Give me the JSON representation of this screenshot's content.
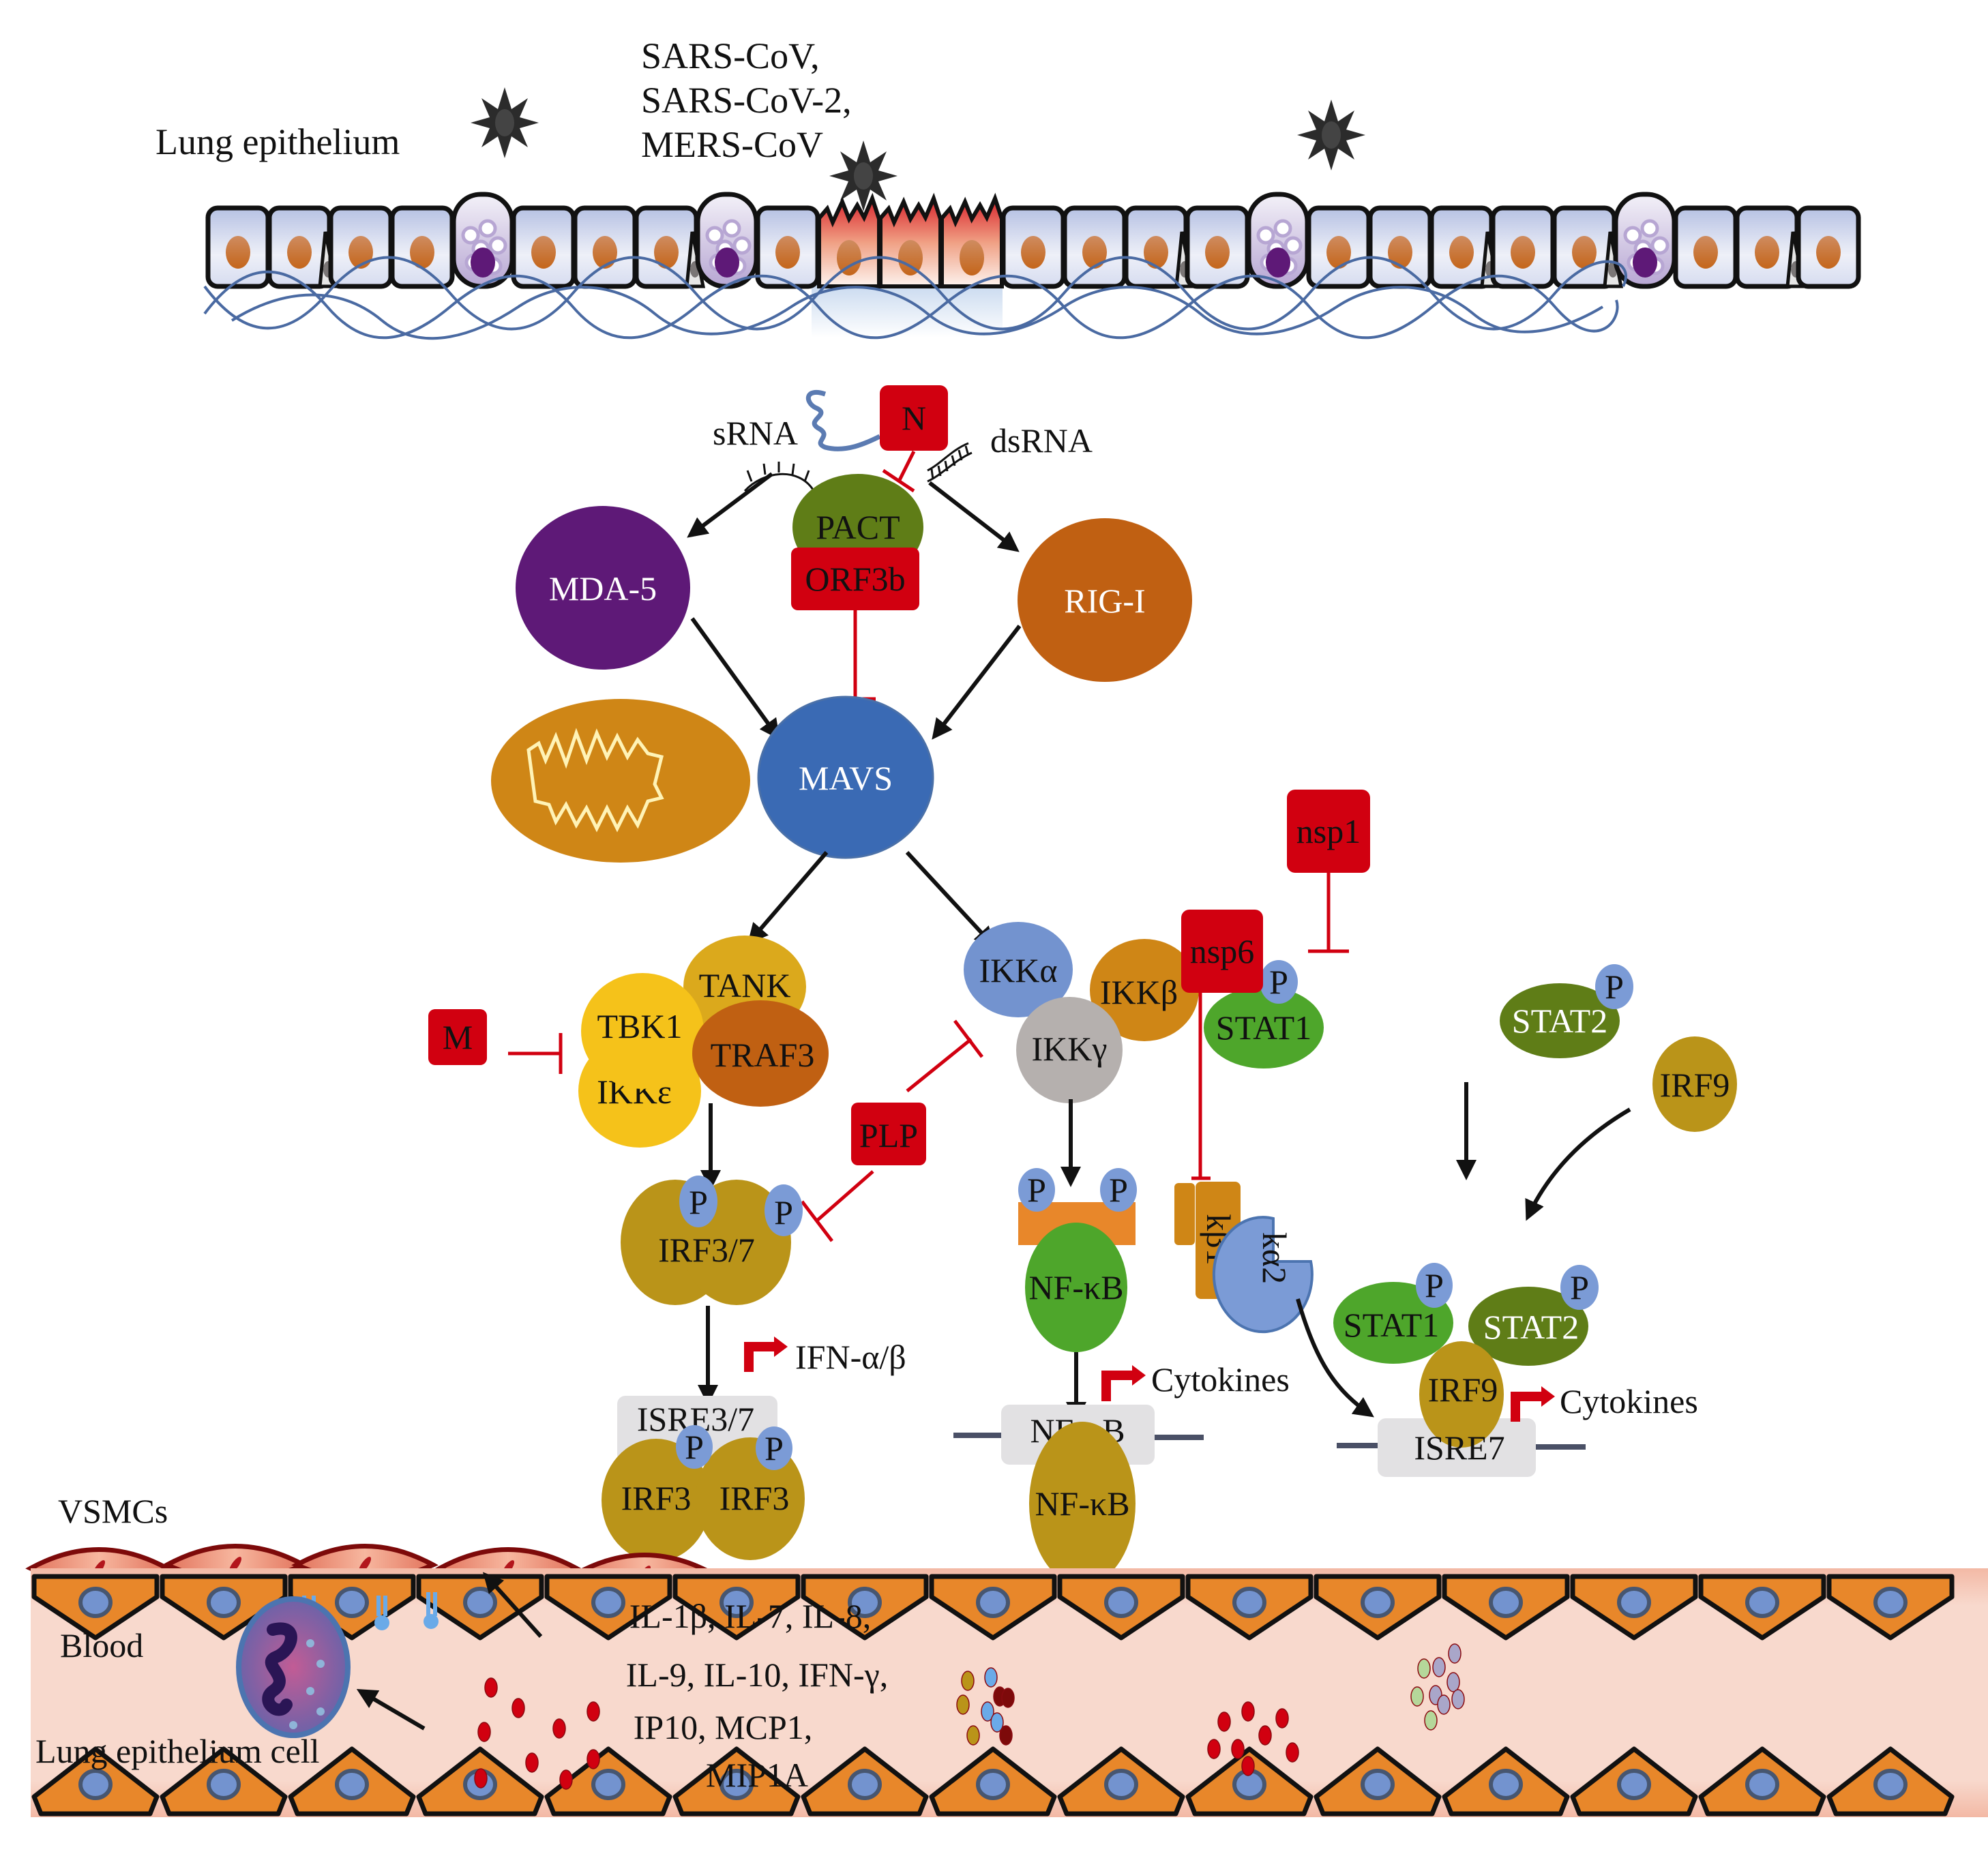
{
  "title_labels": {
    "lung_epithelium": "Lung epithelium",
    "viruses": [
      "SARS-CoV,",
      "SARS-CoV-2,",
      "MERS-CoV"
    ]
  },
  "sensing": {
    "srna": "sRNA",
    "dsrna": "dsRNA",
    "n_protein": "N",
    "pact": "PACT",
    "mda5": "MDA-5",
    "rigi": "RIG-I",
    "orf3b": "ORF3b",
    "mavs": "MAVS"
  },
  "irf_branch": {
    "tank": "TANK",
    "tbk1": "TBK1",
    "traf3": "TRAF3",
    "ikke": "IKKε",
    "m_protein": "M",
    "plp": "PLP",
    "p": "P",
    "irf37": "IRF3/7",
    "ifn": "IFN-α/β",
    "isre37": "ISRE3/7",
    "irf3_a": "IRF3",
    "irf3_b": "IRF3"
  },
  "nfkb_branch": {
    "ikka": "IKKα",
    "ikkb": "IKKβ",
    "ikkg": "IKKγ",
    "nfkb": "NF-κB",
    "cytokines": "Cytokines",
    "nfkb_site": "NF-κB",
    "nfkb_bound": "NF-κB"
  },
  "stat_branch": {
    "nsp1": "nsp1",
    "nsp6": "nsp6",
    "stat1": "STAT1",
    "stat2": "STAT2",
    "irf9": "IRF9",
    "kb1": "kβ1",
    "ka2": "kα2",
    "isre7": "ISRE7",
    "cytokines": "Cytokines"
  },
  "blood": {
    "vsmcs": "VSMCs",
    "blood": "Blood",
    "lung_cell": "Lung epithelium cell",
    "cytokine_list": [
      "IL-1β, IL-7, IL-8,",
      "IL-9, IL-10, IFN-γ,",
      "IP10, MCP1,",
      "MIP1A"
    ]
  },
  "colors": {
    "viral_protein": "#d10010",
    "phospho": "#7b9bd6",
    "mavs": "#3a6ab4",
    "mda5": "#5e1977",
    "pact": "#5f7d17",
    "rigi": "#c06012",
    "irf": "#ba9419",
    "stat1": "#4ea62b",
    "stat2": "#5f7d17",
    "endothelial": "#e8872a",
    "blood_bg": "#f7d3c6"
  }
}
